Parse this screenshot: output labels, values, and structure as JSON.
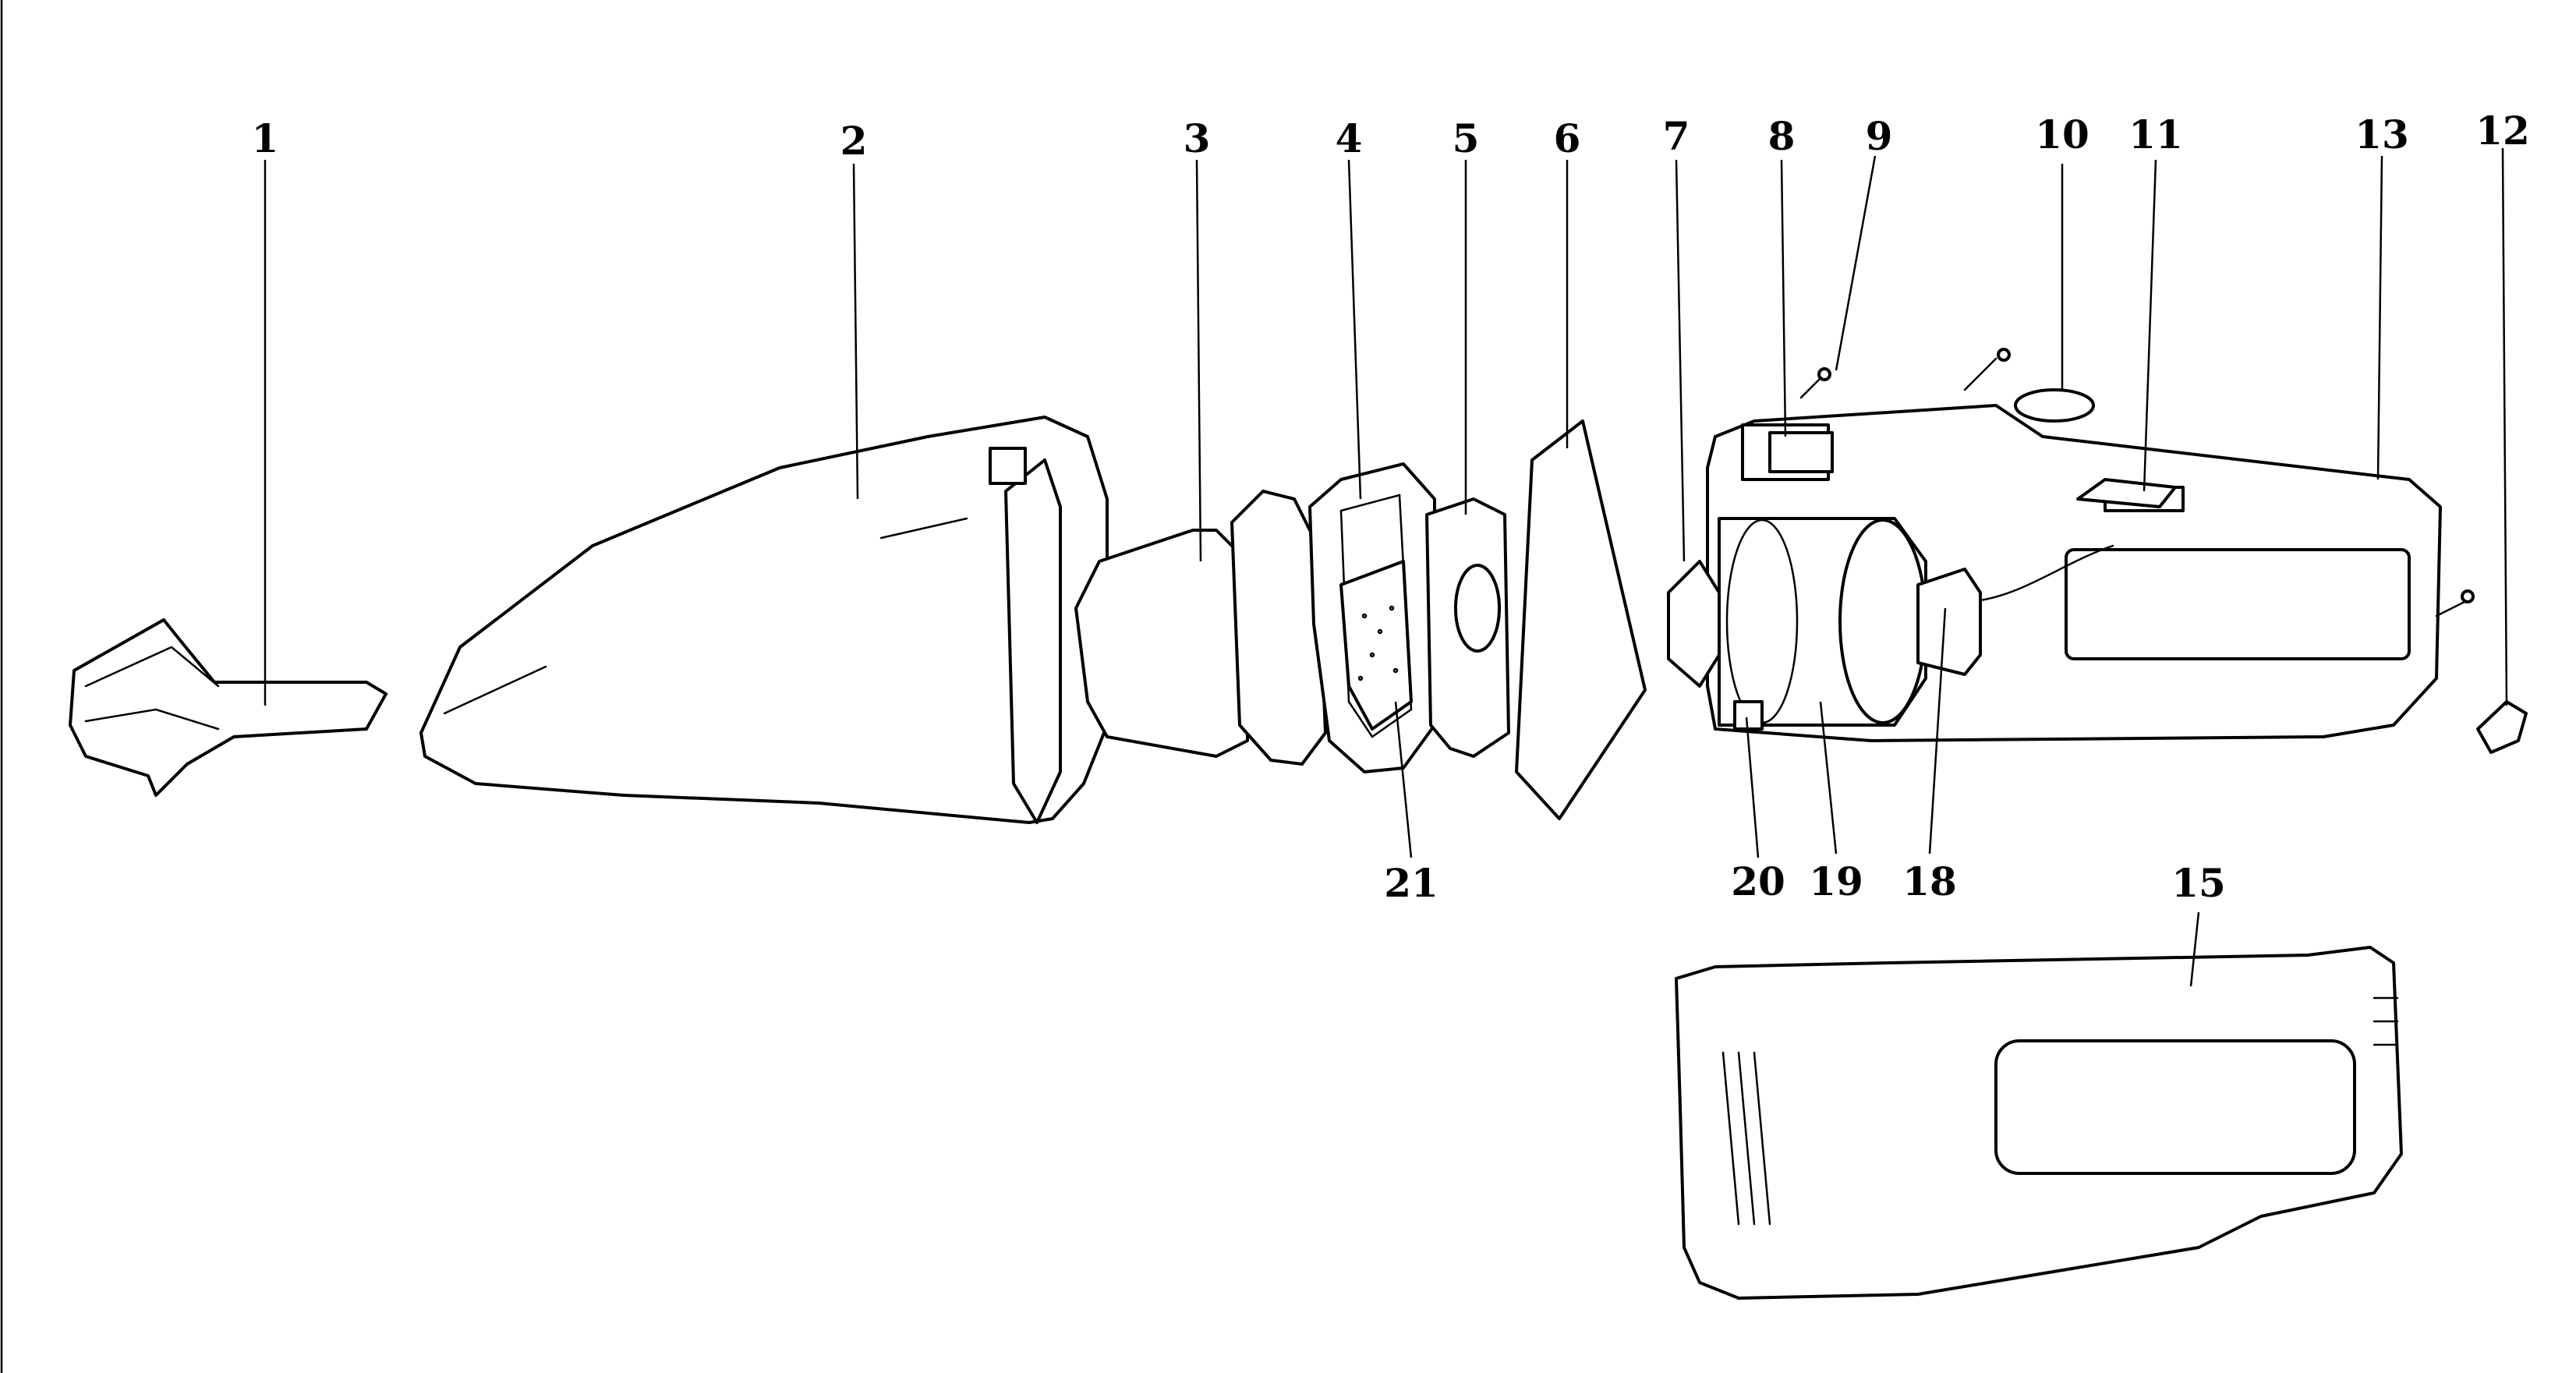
{
  "diagram": {
    "labels": {
      "p1": "1",
      "p2": "2",
      "p3": "3",
      "p4": "4",
      "p5": "5",
      "p6": "6",
      "p7": "7",
      "p8": "8",
      "p9": "9",
      "p10": "10",
      "p11": "11",
      "p12": "12",
      "p13": "13",
      "p15": "15",
      "p18": "18",
      "p19": "19",
      "p20": "20",
      "p21": "21"
    },
    "colors": {
      "line": "#000000",
      "background": "#ffffff"
    }
  }
}
